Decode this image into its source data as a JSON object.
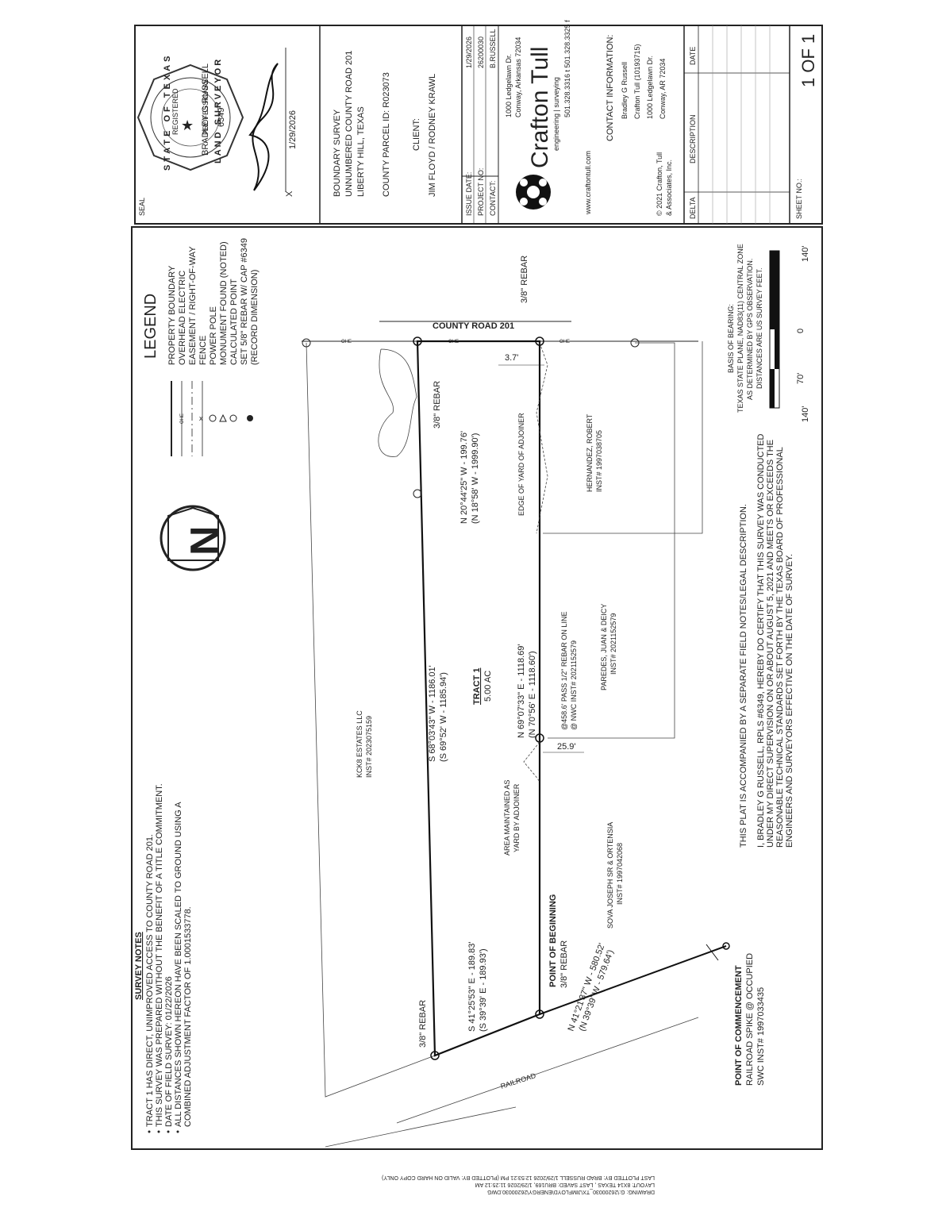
{
  "seal": {
    "label": "SEAL",
    "state_ring": "STATE OF TEXAS",
    "registered": "REGISTERED",
    "professional": "PROFESSIONAL",
    "surveyor_ring": "LAND SURVEYOR",
    "name": "BRADLEY G RUSSELL",
    "number": "6349",
    "date": "1/29/2026",
    "x_mark": "X"
  },
  "title_block": {
    "title_lines": [
      "BOUNDARY SURVEY",
      "UNNUMBERED COUNTY ROAD 201",
      "LIBERTY HILL, TEXAS"
    ],
    "parcel": "COUNTY PARCEL ID: R023073",
    "client_label": "CLIENT:",
    "client": "JIM FLOYD / RODNEY KRAWL",
    "issue_date_label": "ISSUE DATE:",
    "issue_date": "1/29/2026",
    "project_no_label": "PROJECT NO:",
    "project_no": "26200030",
    "contact_label": "CONTACT:",
    "contact": "B.RUSSELL",
    "company": "Crafton Tull",
    "company_tagline": "engineering | surveying",
    "company_web": "www.craftontull.com",
    "company_address": "1000 Ledgelawn Dr.",
    "company_city": "Conway, Arkansas 72034",
    "company_phone": "501.328.3316 t   501.328.3325 f",
    "contact_info_title": "CONTACT INFORMATION:",
    "contact_name": "Bradley G Russell",
    "contact_firm": "Crafton Tull (10193715)",
    "contact_addr": "1000 Ledgelawn Dr.",
    "contact_city": "Conway, AR 72034",
    "copyright_1": "© 2021 Crafton, Tull",
    "copyright_2": "& Associates, Inc.",
    "rev_delta": "DELTA",
    "rev_description": "DESCRIPTION",
    "rev_date": "DATE",
    "sheet_no_label": "SHEET NO.:",
    "sheet_no": "1 OF 1"
  },
  "legend": {
    "title": "LEGEND",
    "items": [
      "PROPERTY BOUNDARY",
      "OVERHEAD ELECTRIC",
      "EASEMENT / RIGHT-OF-WAY",
      "FENCE",
      "POWER POLE",
      "MONUMENT FOUND (NOTED)",
      "CALCULATED POINT",
      "SET 5/8\" REBAR W/ CAP #6349",
      "(RECORD DIMENSION)"
    ],
    "ohe_tag": "OHE"
  },
  "north_arrow": {
    "letter": "N"
  },
  "survey_notes": {
    "title": "SURVEY NOTES",
    "items": [
      "TRACT 1 HAS DIRECT, UNIMPROVED ACCESS TO COUNTY ROAD 201.",
      "THIS SURVEY WAS PREPARED WITHOUT THE BENEFIT OF A TITLE COMMITMENT.",
      "DATE OF FIELD SURVEY: 01/22/2026",
      "ALL DISTANCES SHOWN HEREON HAVE BEEN SCALED TO GROUND USING A",
      "COMBINED ADJUSTMENT FACTOR OF 1.0001533778."
    ]
  },
  "plat": {
    "county_road": "COUNTY ROAD 201",
    "rebar_top_right": "3/8\" REBAR",
    "rebar_top_left": "3/8\" REBAR",
    "rebar_bottom_left": "3/8\" REBAR",
    "rebar_pob": "3/8\" REBAR",
    "dim_37": "3.7'",
    "dim_259": "25.9'",
    "call_north": "N 20°44'25\" W - 199.76'",
    "call_north_rec": "(N 18°58' W - 1999.90')",
    "call_west": "S 68°03'43\" W - 1186.01'",
    "call_west_rec": "(S 69°52' W - 1185.94')",
    "call_east": "N 69°07'33\" E - 1118.69'",
    "call_east_rec": "(N 70°56' E - 1118.60')",
    "call_south": "S 41°25'53\" E - 189.83'",
    "call_south_rec": "(S 39°39' E - 189.93')",
    "call_poc": "N 41°21'37\" W - 580.52'",
    "call_poc_rec": "(N 39°39' W - 579.64')",
    "tract": "TRACT 1",
    "tract_area": "5.00 AC",
    "edge_yard": "EDGE OF YARD OF ADJOINER",
    "area_maint_1": "AREA MAINTAINED AS",
    "area_maint_2": "YARD BY ADJOINER",
    "pass_rebar_1": "@458.6' PASS 1/2\" REBAR ON LINE",
    "pass_rebar_2": "@ NWC INST# 2021152579",
    "pob": "POINT OF BEGINNING",
    "poc": "POINT OF COMMENCEMENT",
    "poc_desc": "RAILROAD SPIKE @ OCCUPIED",
    "poc_inst": "SWC INST# 1997033435",
    "railroad": "RAILROAD",
    "kck_1": "KCK8 ESTATES LLC",
    "kck_2": "INST# 2023075159",
    "hern_1": "HERNANDEZ, ROBERT",
    "hern_2": "INST# 1997038705",
    "par_1": "PAREDES, JUAN & DEICY",
    "par_2": "INST# 2021152579",
    "sova_1": "SOVA JOSEPH SR & ORTENSIA",
    "sova_2": "INST# 1997042068"
  },
  "bearing_basis": {
    "lines": [
      "BASIS OF BEARING:",
      "TEXAS STATE PLANE, NAD83(11) CENTRAL ZONE",
      "AS DETERMINED BY GPS OBSERVATION.",
      "DISTANCES ARE US SURVEY FEET."
    ]
  },
  "scale_bar": {
    "labels": [
      "140'",
      "70'",
      "0",
      "140'"
    ]
  },
  "certification": {
    "accompanied": "THIS PLAT IS ACCOMPANIED BY A SEPARATE FIELD NOTES/LEGAL DESCRIPTION.",
    "lines": [
      "I, BRADLEY G RUSSELL, RPLS #6349, HEREBY DO CERTIFY THAT THIS SURVEY WAS CONDUCTED",
      "UNDER MY DIRECT SUPERVISION ON OR ABOUT AUGUST 5, 2021 AND MEETS OR EXCEEDS THE",
      "REASONABLE TECHNICAL STANDARDS SET FORTH BY THE TEXAS BOARD OF PROFESSIONAL",
      "ENGINEERS AND SURVEYORS EFFECTIVE ON THE DATE OF SURVEY."
    ]
  },
  "drawing_info": {
    "lines": [
      "DRAWING: G:\\26200030_TX\\JIMFLOYD\\ENERGY\\26200030.DWG",
      "LAYOUT: 8X14 TEXAS , LAST SAVED: BRU169, 1/29/2026 11:25:12 AM",
      "LAST PLOTTED BY: BRAD RUSSELL 1/29/2026 12:53:21 PM (PLOTTED BY: VALID ON HARD COPY ONLY)"
    ]
  }
}
